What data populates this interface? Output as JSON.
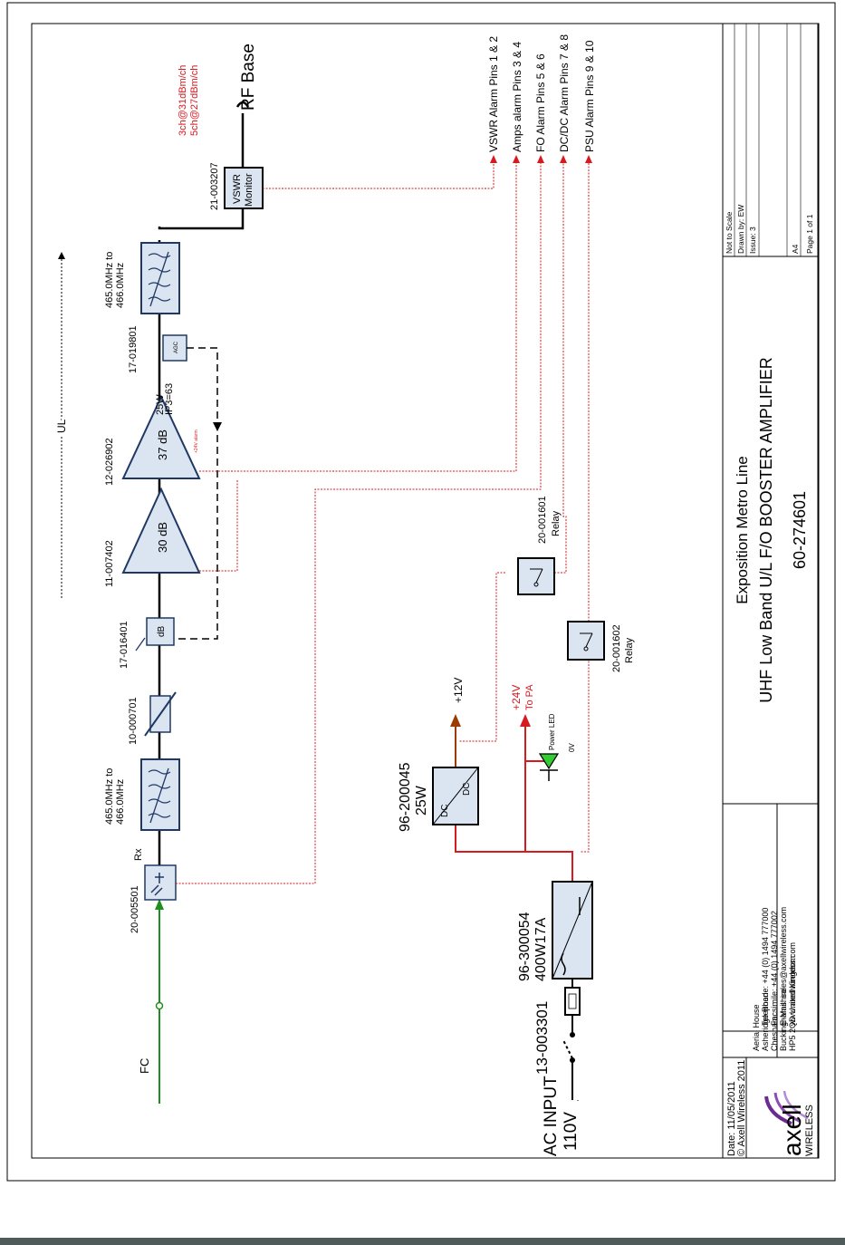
{
  "title_block": {
    "project": "Exposition Metro Line",
    "description": "UHF Low Band U/L F/O BOOSTER AMPLIFIER",
    "drawing_number": "60-274601",
    "date": "Date: 11/05/2011",
    "copyright": "© Axell Wireless 2011",
    "address": [
      "Aerial House",
      "Asheridge Road",
      "Chesham",
      "Buckinghamshire",
      "HP5 2QD United Kingdom"
    ],
    "contact": [
      "Telephone: +44 (0) 1494 777000",
      "Facsimile: +44 (0) 1494 777002",
      "E-Mail: sales@axellwireless.com",
      "www.axellwireless.com"
    ],
    "scale": "Not to Scale",
    "drawn_by": "Drawn by: EW",
    "issue": "Issue: 3",
    "size": "A4",
    "page": "Page 1 of 1",
    "logo_word": "axell",
    "logo_sub": "WIRELESS"
  },
  "signal": {
    "fc_label": "FC",
    "rx_label": "Rx",
    "ul_label": "UL",
    "rf_base_label": "RF Base",
    "levels": [
      "3ch@31dBm/ch",
      "5ch@27dBm/ch"
    ]
  },
  "components": {
    "fo_receiver": "20-005501",
    "filter_in_part": "465.0MHz to\n466.0MHz",
    "attenuator": "10-000701",
    "var_att": "17-016401",
    "var_att_text": "dB",
    "amp1_part": "11-007402",
    "amp1_gain": "30 dB",
    "amp2_part": "12-026902",
    "amp2_gain": "37 dB",
    "amp2_power": "25W",
    "amp2_ip3": "IP3=63",
    "amp2_note": "+24V alarm",
    "agc_part": "17-019801",
    "agc_text": "AGC",
    "filter_out_part": "465.0MHz to\n466.0MHz",
    "vswr_part": "21-003207",
    "vswr_text": "VSWR\nMonitor",
    "relay1_part": "20-001601",
    "relay1_text": "Relay",
    "relay2_part": "20-001602",
    "relay2_text": "Relay",
    "psu_part": "96-300054",
    "psu_rating": "400W17A",
    "dcdc_part": "96-200045",
    "dcdc_rating": "25W",
    "dc_text": "DC",
    "fuse_part": "13-003301",
    "ac_input": "AC INPUT",
    "ac_voltage": "110V",
    "plus12": "+12V",
    "plus24": "+24V",
    "to_pa": "To PA",
    "power_led": "Power LED",
    "zero_v": "0V"
  },
  "alarms": [
    "VSWR Alarm Pins 1 & 2",
    "Amps alarm Pins 3 & 4",
    "FO Alarm Pins 5 & 6",
    "DC/DC Alarm Pins 7 & 8",
    "PSU Alarm Pins 9 & 10"
  ],
  "colors": {
    "block_fill": "#dbe5f1",
    "block_stroke": "#1f3864",
    "alarm_red": "#d71920",
    "power_red": "#d71920",
    "fiber_green": "#1e8e1e",
    "dc_brown": "#9c3b00",
    "logo_purple": "#6b2c91"
  }
}
